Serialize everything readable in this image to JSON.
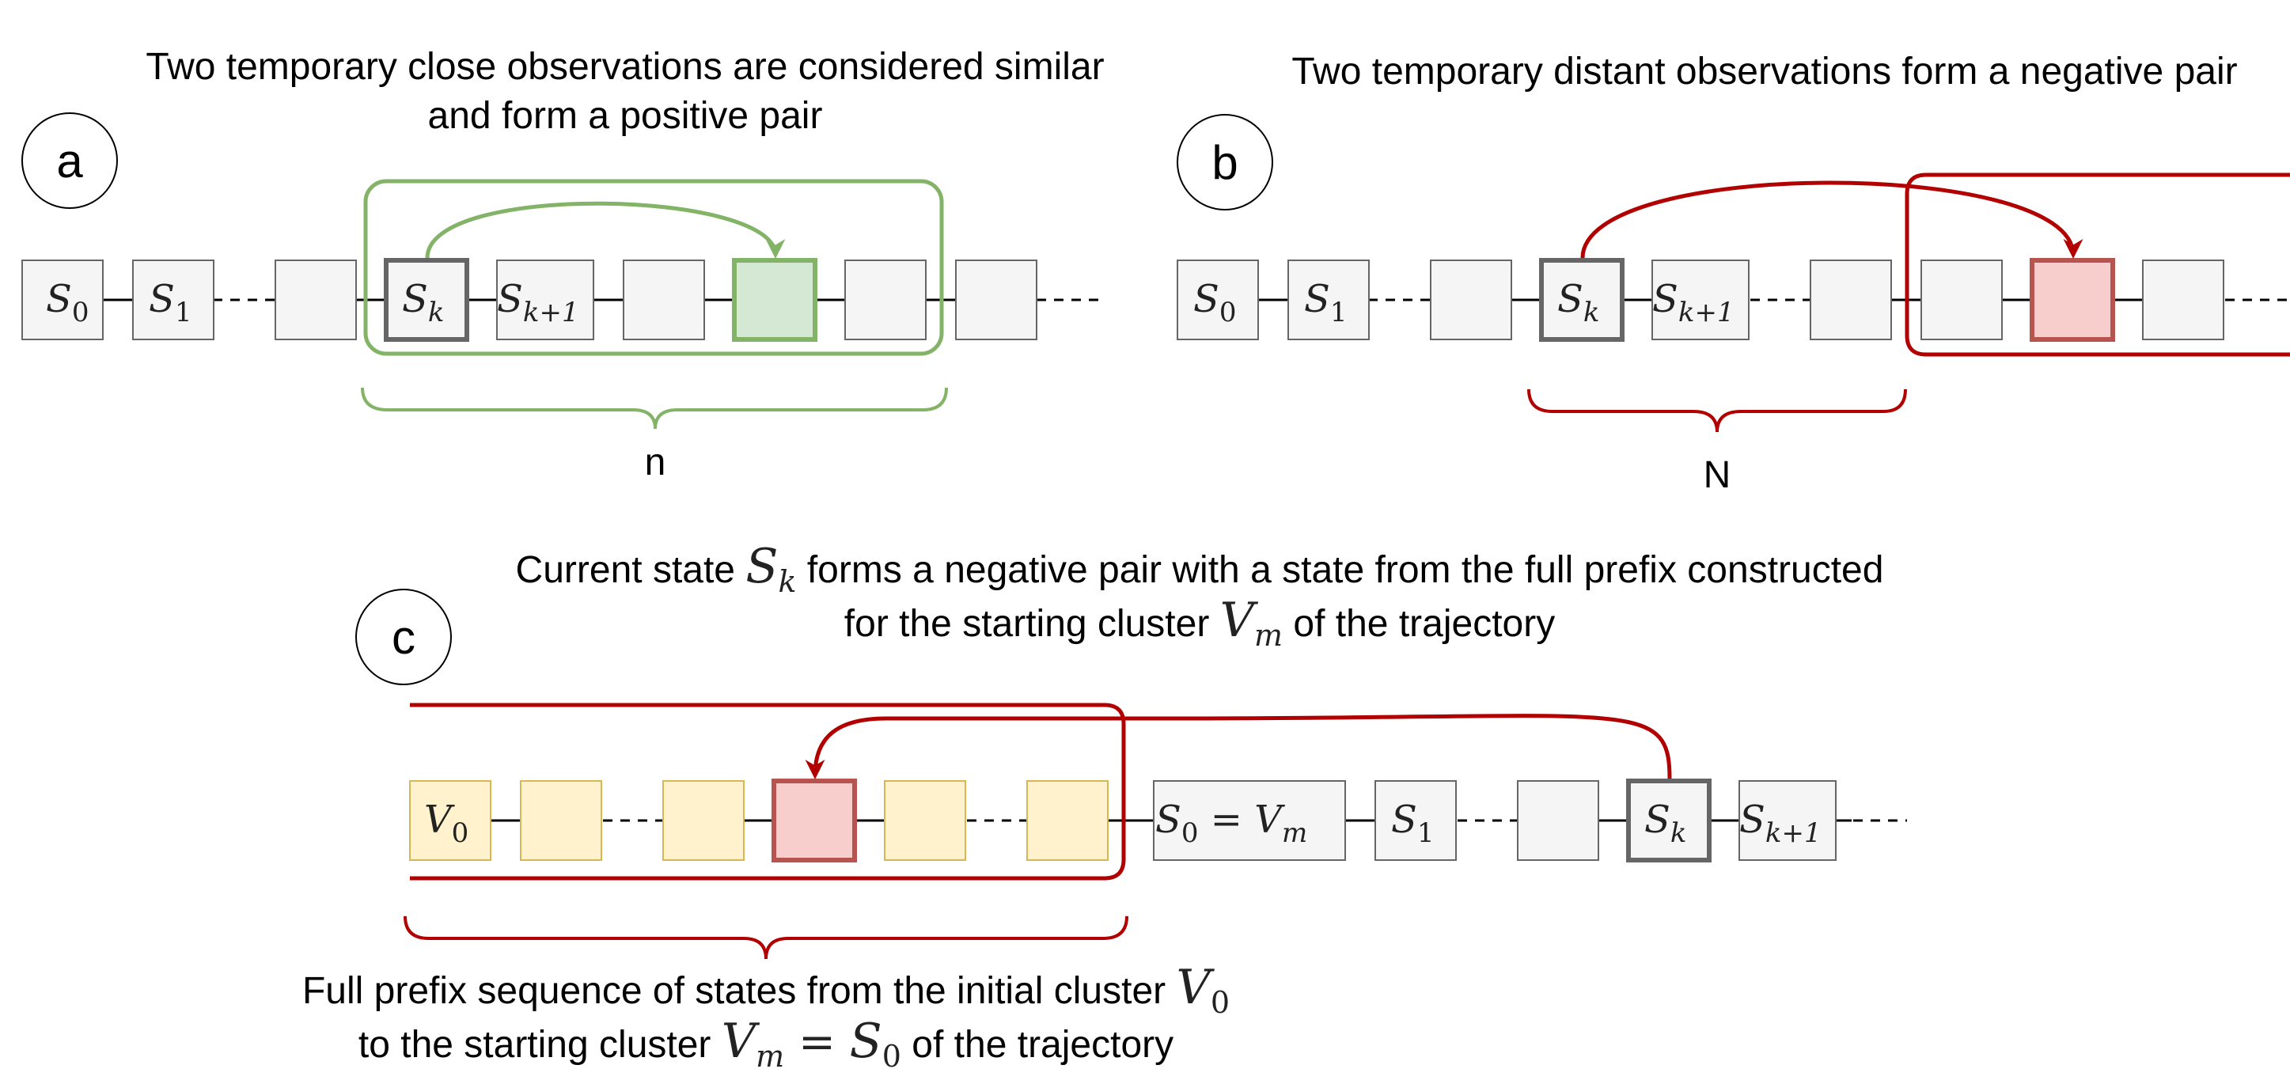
{
  "colors": {
    "box_fill": "#f5f5f5",
    "box_stroke": "#666666",
    "green": "#82b366",
    "green_fill": "#d5e8d4",
    "red": "#b20000",
    "red_box_stroke": "#b85450",
    "red_fill": "#f8cecc",
    "yellow_fill": "#fff2cc",
    "yellow_stroke": "#d6b656"
  },
  "panel_a": {
    "letter": "a",
    "caption_line1": "Two temporary close observations are considered similar",
    "caption_line2": "and form a positive pair",
    "s0_sym": "S",
    "s0_sub": "0",
    "s1_sym": "S",
    "s1_sub": "1",
    "sk_sym": "S",
    "sk_sub": "k",
    "sk1_sym": "S",
    "sk1_sub": "k+1",
    "window_label": "n"
  },
  "panel_b": {
    "letter": "b",
    "caption": "Two temporary distant observations form a negative pair",
    "s0_sym": "S",
    "s0_sub": "0",
    "s1_sym": "S",
    "s1_sub": "1",
    "sk_sym": "S",
    "sk_sub": "k",
    "sk1_sym": "S",
    "sk1_sub": "k+1",
    "gap_label": "N"
  },
  "panel_c": {
    "letter": "c",
    "caption_line1_pre": "Current state ",
    "caption_line1_sym": "S",
    "caption_line1_sub": "k",
    "caption_line1_post": " forms a negative pair with a state from the full prefix constructed",
    "caption_line2_pre": "for the starting cluster ",
    "caption_line2_sym": "V",
    "caption_line2_sub": "m",
    "caption_line2_post": " of the trajectory",
    "v0_sym": "V",
    "v0_sub": "0",
    "s0vm_s": "S",
    "s0vm_s_sub": "0",
    "s0vm_eq": " = ",
    "s0vm_v": "V",
    "s0vm_v_sub": "m",
    "s1_sym": "S",
    "s1_sub": "1",
    "sk_sym": "S",
    "sk_sub": "k",
    "sk1_sym": "S",
    "sk1_sub": "k+1",
    "bottom_line1_pre": "Full prefix sequence of states from the initial cluster ",
    "bottom_line1_sym": "V",
    "bottom_line1_sub": "0",
    "bottom_line2_pre": "to the starting cluster ",
    "bottom_line2_v": "V",
    "bottom_line2_v_sub": "m",
    "bottom_line2_eq": " = ",
    "bottom_line2_s": "S",
    "bottom_line2_s_sub": "0",
    "bottom_line2_post": " of the trajectory"
  }
}
